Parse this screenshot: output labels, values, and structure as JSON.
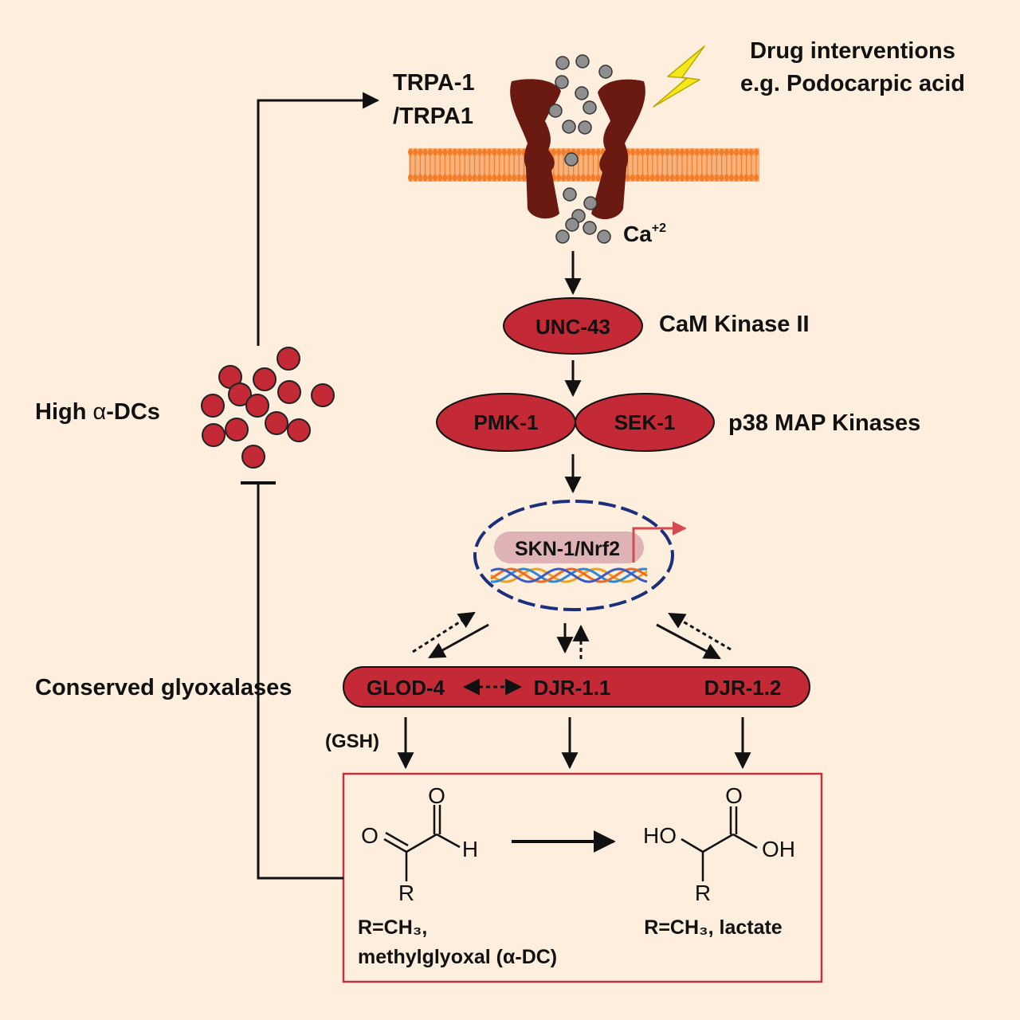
{
  "labels": {
    "channel_line1": "TRPA-1",
    "channel_line2": "/TRPA1",
    "drug_line1": "Drug interventions",
    "drug_line2": "e.g. Podocarpic acid",
    "calcium": "Ca",
    "calcium_sup": "+2",
    "unc43": "UNC-43",
    "camk": "CaM Kinase II",
    "pmk1": "PMK-1",
    "sek1": "SEK-1",
    "p38": "p38 MAP Kinases",
    "skn1": "SKN-1/Nrf2",
    "high_prefix": "High ",
    "alpha": "α",
    "high_suffix": "-DCs",
    "glyoxalases": "Conserved glyoxalases",
    "glod4": "GLOD-4",
    "djr11": "DJR-1.1",
    "djr12": "DJR-1.2",
    "gsh": "(GSH)"
  },
  "chemistry": {
    "substrate_O1": "O",
    "substrate_O2": "O",
    "substrate_H": "H",
    "substrate_R": "R",
    "product_HO": "HO",
    "product_O": "O",
    "product_OH": "OH",
    "product_R": "R",
    "substrate_caption_l1": "R=CH₃,",
    "substrate_caption_l2": "methylglyoxal (α-DC)",
    "product_caption": "R=CH₃, lactate"
  },
  "colors": {
    "background": "#fdeedd",
    "enzyme_red": "#c32a35",
    "channel_brown": "#6b1a12",
    "membrane_orange": "#f47d2a",
    "nucleus_blue": "#1c2f7a",
    "calcium_gray": "#8f8f8f",
    "lightning_yellow": "#f6e81a",
    "box_border": "#c0323c",
    "transcription_arrow": "#d44a50",
    "skn1_pill": "#dfb2b6"
  }
}
